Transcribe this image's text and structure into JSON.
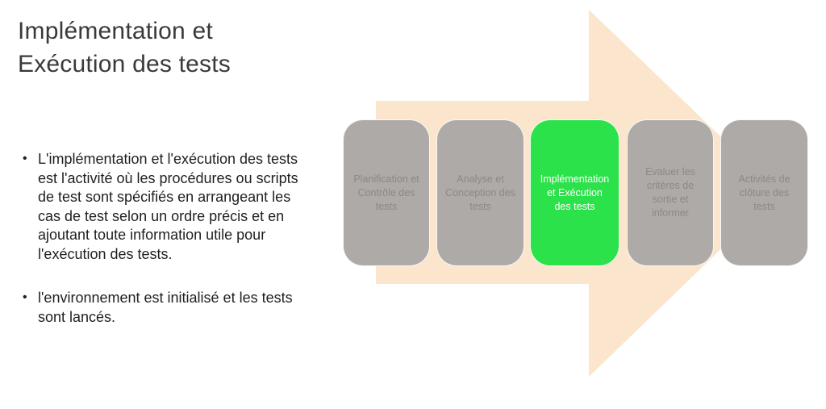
{
  "slide": {
    "title": {
      "line1": "Implémentation et",
      "line2": "Exécution des tests"
    },
    "bullet_marker": "•",
    "bullets": [
      "L'implémentation et l'exécution des tests est l'activité où les procédures ou scripts de test sont spécifiés en arrangeant les cas de test selon un ordre précis et en ajoutant toute information utile pour l'exécution des tests.",
      "l'environnement est initialisé et les tests sont lancés."
    ]
  },
  "process": {
    "arrow_direction": "right",
    "steps": [
      {
        "label": "Planification et Contrôle des tests",
        "active": false
      },
      {
        "label": "Analyse et Conception des tests",
        "active": false
      },
      {
        "label": "Implémentation et Exécution des tests",
        "active": true
      },
      {
        "label": "Evaluer les critères de sortie et informer",
        "active": false
      },
      {
        "label": "Activités de clôture des tests",
        "active": false
      }
    ]
  },
  "colors": {
    "background": "#FFFFFF",
    "arrow_fill": "#FCE5CD",
    "step_fill": "#ADAAA7",
    "step_text": "#8D8983",
    "active_step_fill": "#2BE24A",
    "active_step_text": "#FFFFFF",
    "title_text": "#3A3A3A",
    "body_text": "#1F1F1F"
  }
}
